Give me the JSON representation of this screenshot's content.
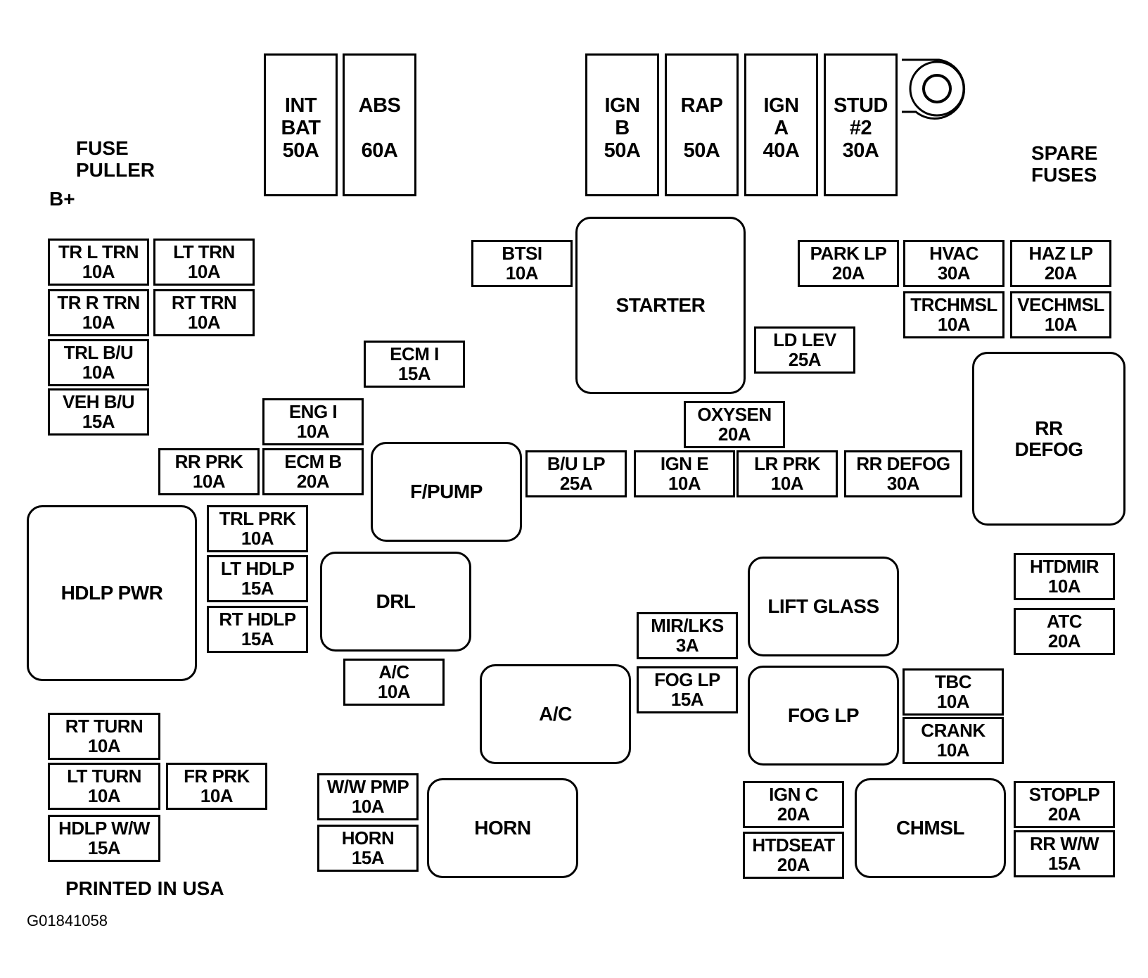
{
  "labels": {
    "fuse_puller_1": "FUSE",
    "fuse_puller_2": "PULLER",
    "b_plus": "B+",
    "spare_fuses_1": "SPARE",
    "spare_fuses_2": "FUSES",
    "printed": "PRINTED IN USA",
    "figure_code": "G01841058"
  },
  "maxi_fuses": {
    "int_bat": [
      "INT",
      "BAT",
      "50A"
    ],
    "abs": [
      "ABS",
      "",
      "60A"
    ],
    "ign_b": [
      "IGN",
      "B",
      "50A"
    ],
    "rap": [
      "RAP",
      "",
      "50A"
    ],
    "ign_a": [
      "IGN",
      "A",
      "40A"
    ],
    "stud2": [
      "STUD",
      "#2",
      "30A"
    ]
  },
  "relays": {
    "starter": "STARTER",
    "rr_defog": [
      "RR",
      "DEFOG"
    ],
    "f_pump": "F/PUMP",
    "hdlp_pwr": "HDLP PWR",
    "drl": "DRL",
    "lift_glass": "LIFT GLASS",
    "ac": "A/C",
    "fog_lp": "FOG LP",
    "horn": "HORN",
    "chmsl": "CHMSL"
  },
  "fuses": {
    "tr_l_trn": [
      "TR L TRN",
      "10A"
    ],
    "lt_trn": [
      "LT TRN",
      "10A"
    ],
    "tr_r_trn": [
      "TR R TRN",
      "10A"
    ],
    "rt_trn": [
      "RT TRN",
      "10A"
    ],
    "trl_bu": [
      "TRL B/U",
      "10A"
    ],
    "veh_bu": [
      "VEH B/U",
      "15A"
    ],
    "btsi": [
      "BTSI",
      "10A"
    ],
    "ecm_i": [
      "ECM I",
      "15A"
    ],
    "eng_i": [
      "ENG I",
      "10A"
    ],
    "rr_prk": [
      "RR PRK",
      "10A"
    ],
    "ecm_b": [
      "ECM B",
      "20A"
    ],
    "park_lp": [
      "PARK LP",
      "20A"
    ],
    "hvac": [
      "HVAC",
      "30A"
    ],
    "haz_lp": [
      "HAZ LP",
      "20A"
    ],
    "trchmsl": [
      "TRCHMSL",
      "10A"
    ],
    "vechmsl": [
      "VECHMSL",
      "10A"
    ],
    "ld_lev": [
      "LD LEV",
      "25A"
    ],
    "oxysen": [
      "OXYSEN",
      "20A"
    ],
    "bu_lp": [
      "B/U LP",
      "25A"
    ],
    "ign_e": [
      "IGN E",
      "10A"
    ],
    "lr_prk": [
      "LR PRK",
      "10A"
    ],
    "rr_defog_fuse": [
      "RR DEFOG",
      "30A"
    ],
    "trl_prk": [
      "TRL PRK",
      "10A"
    ],
    "lt_hdlp": [
      "LT HDLP",
      "15A"
    ],
    "rt_hdlp": [
      "RT HDLP",
      "15A"
    ],
    "htdmir": [
      "HTDMIR",
      "10A"
    ],
    "atc": [
      "ATC",
      "20A"
    ],
    "mir_lks": [
      "MIR/LKS",
      "3A"
    ],
    "fog_lp_fuse": [
      "FOG LP",
      "15A"
    ],
    "ac_fuse": [
      "A/C",
      "10A"
    ],
    "tbc": [
      "TBC",
      "10A"
    ],
    "crank": [
      "CRANK",
      "10A"
    ],
    "rt_turn": [
      "RT TURN",
      "10A"
    ],
    "lt_turn": [
      "LT TURN",
      "10A"
    ],
    "fr_prk": [
      "FR PRK",
      "10A"
    ],
    "hdlp_ww": [
      "HDLP W/W",
      "15A"
    ],
    "ww_pmp": [
      "W/W PMP",
      "10A"
    ],
    "horn_fuse": [
      "HORN",
      "15A"
    ],
    "ign_c": [
      "IGN C",
      "20A"
    ],
    "htdseat": [
      "HTDSEAT",
      "20A"
    ],
    "stoplp": [
      "STOPLP",
      "20A"
    ],
    "rr_ww": [
      "RR W/W",
      "15A"
    ]
  }
}
